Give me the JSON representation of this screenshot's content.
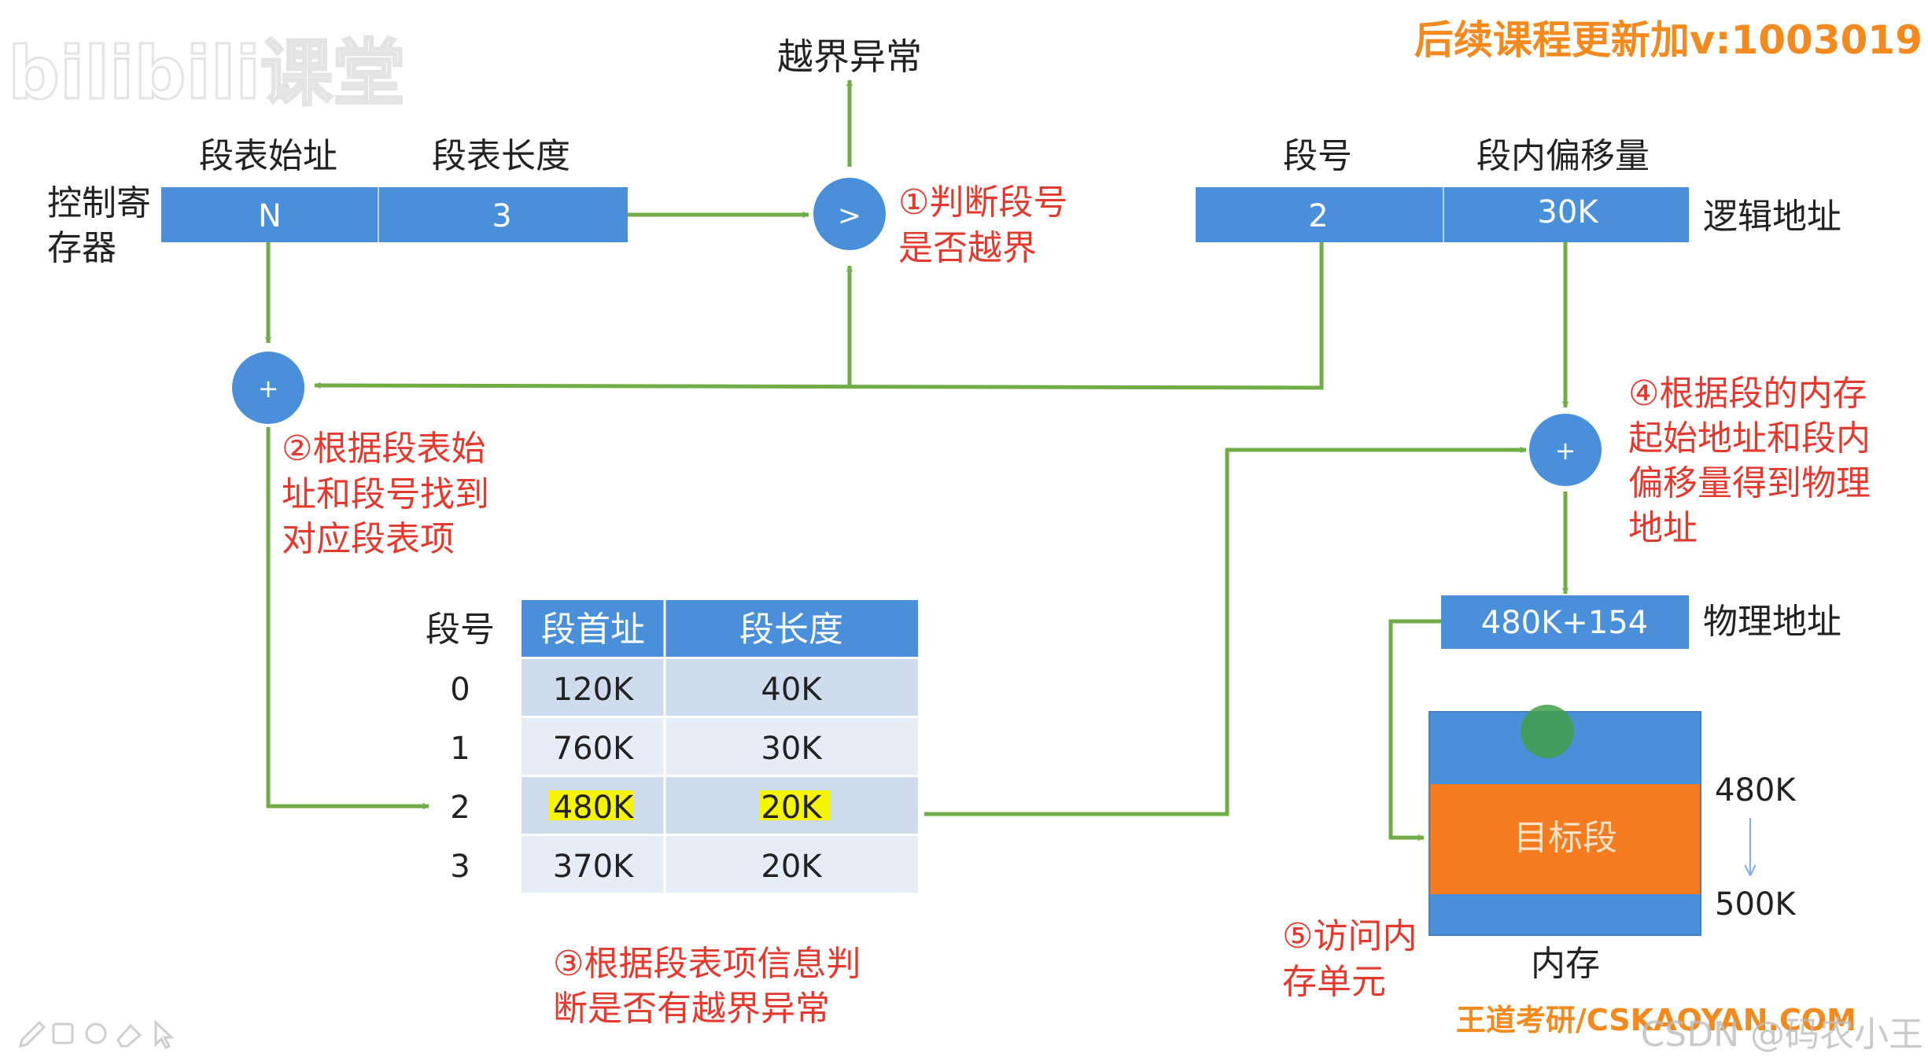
{
  "watermarks": {
    "top_right": "后续课程更新加v:1003019",
    "bottom_right_site": "王道考研/CSKAOYAN.COM",
    "bottom_right_user": "CSDN @码农小王",
    "logo_text": "bilibili课堂"
  },
  "control_register": {
    "label": "控制寄存器",
    "label_line1": "控制寄",
    "label_line2": "存器",
    "field1_header": "段表始址",
    "field2_header": "段表长度",
    "field1_value": "N",
    "field2_value": "3"
  },
  "logical_address": {
    "label": "逻辑地址",
    "field1_header": "段号",
    "field2_header": "段内偏移量",
    "field1_value": "2",
    "field2_value": "30K"
  },
  "comparator": {
    "symbol": ">",
    "exception_label": "越界异常"
  },
  "adder_left": {
    "symbol": "+"
  },
  "adder_right": {
    "symbol": "+"
  },
  "steps": {
    "step1_line1": "①判断段号",
    "step1_line2": "是否越界",
    "step2_line1": "②根据段表始",
    "step2_line2": "址和段号找到",
    "step2_line3": "对应段表项",
    "step3_line1": "③根据段表项信息判",
    "step3_line2": "断是否有越界异常",
    "step4_line1": "④根据段的内存",
    "step4_line2": "起始地址和段内",
    "step4_line3": "偏移量得到物理",
    "step4_line4": "地址",
    "step5_line1": "⑤访问内",
    "step5_line2": "存单元"
  },
  "segment_table": {
    "col_index": "段号",
    "col_base": "段首址",
    "col_length": "段长度",
    "rows": [
      {
        "index": "0",
        "base": "120K",
        "length": "40K"
      },
      {
        "index": "1",
        "base": "760K",
        "length": "30K"
      },
      {
        "index": "2",
        "base": "480K",
        "length": "20K"
      },
      {
        "index": "3",
        "base": "370K",
        "length": "20K"
      }
    ]
  },
  "physical_address": {
    "label": "物理地址",
    "value": "480K+154"
  },
  "memory": {
    "label": "内存",
    "target_segment": "目标段",
    "start_label": "480K",
    "end_label": "500K"
  },
  "colors": {
    "blue": "#4a8fd9",
    "green": "#70ad47",
    "red": "#e23a2f",
    "orange": "#f47b20",
    "watermark_orange": "#f28a1f",
    "highlight": "#f5f500"
  }
}
